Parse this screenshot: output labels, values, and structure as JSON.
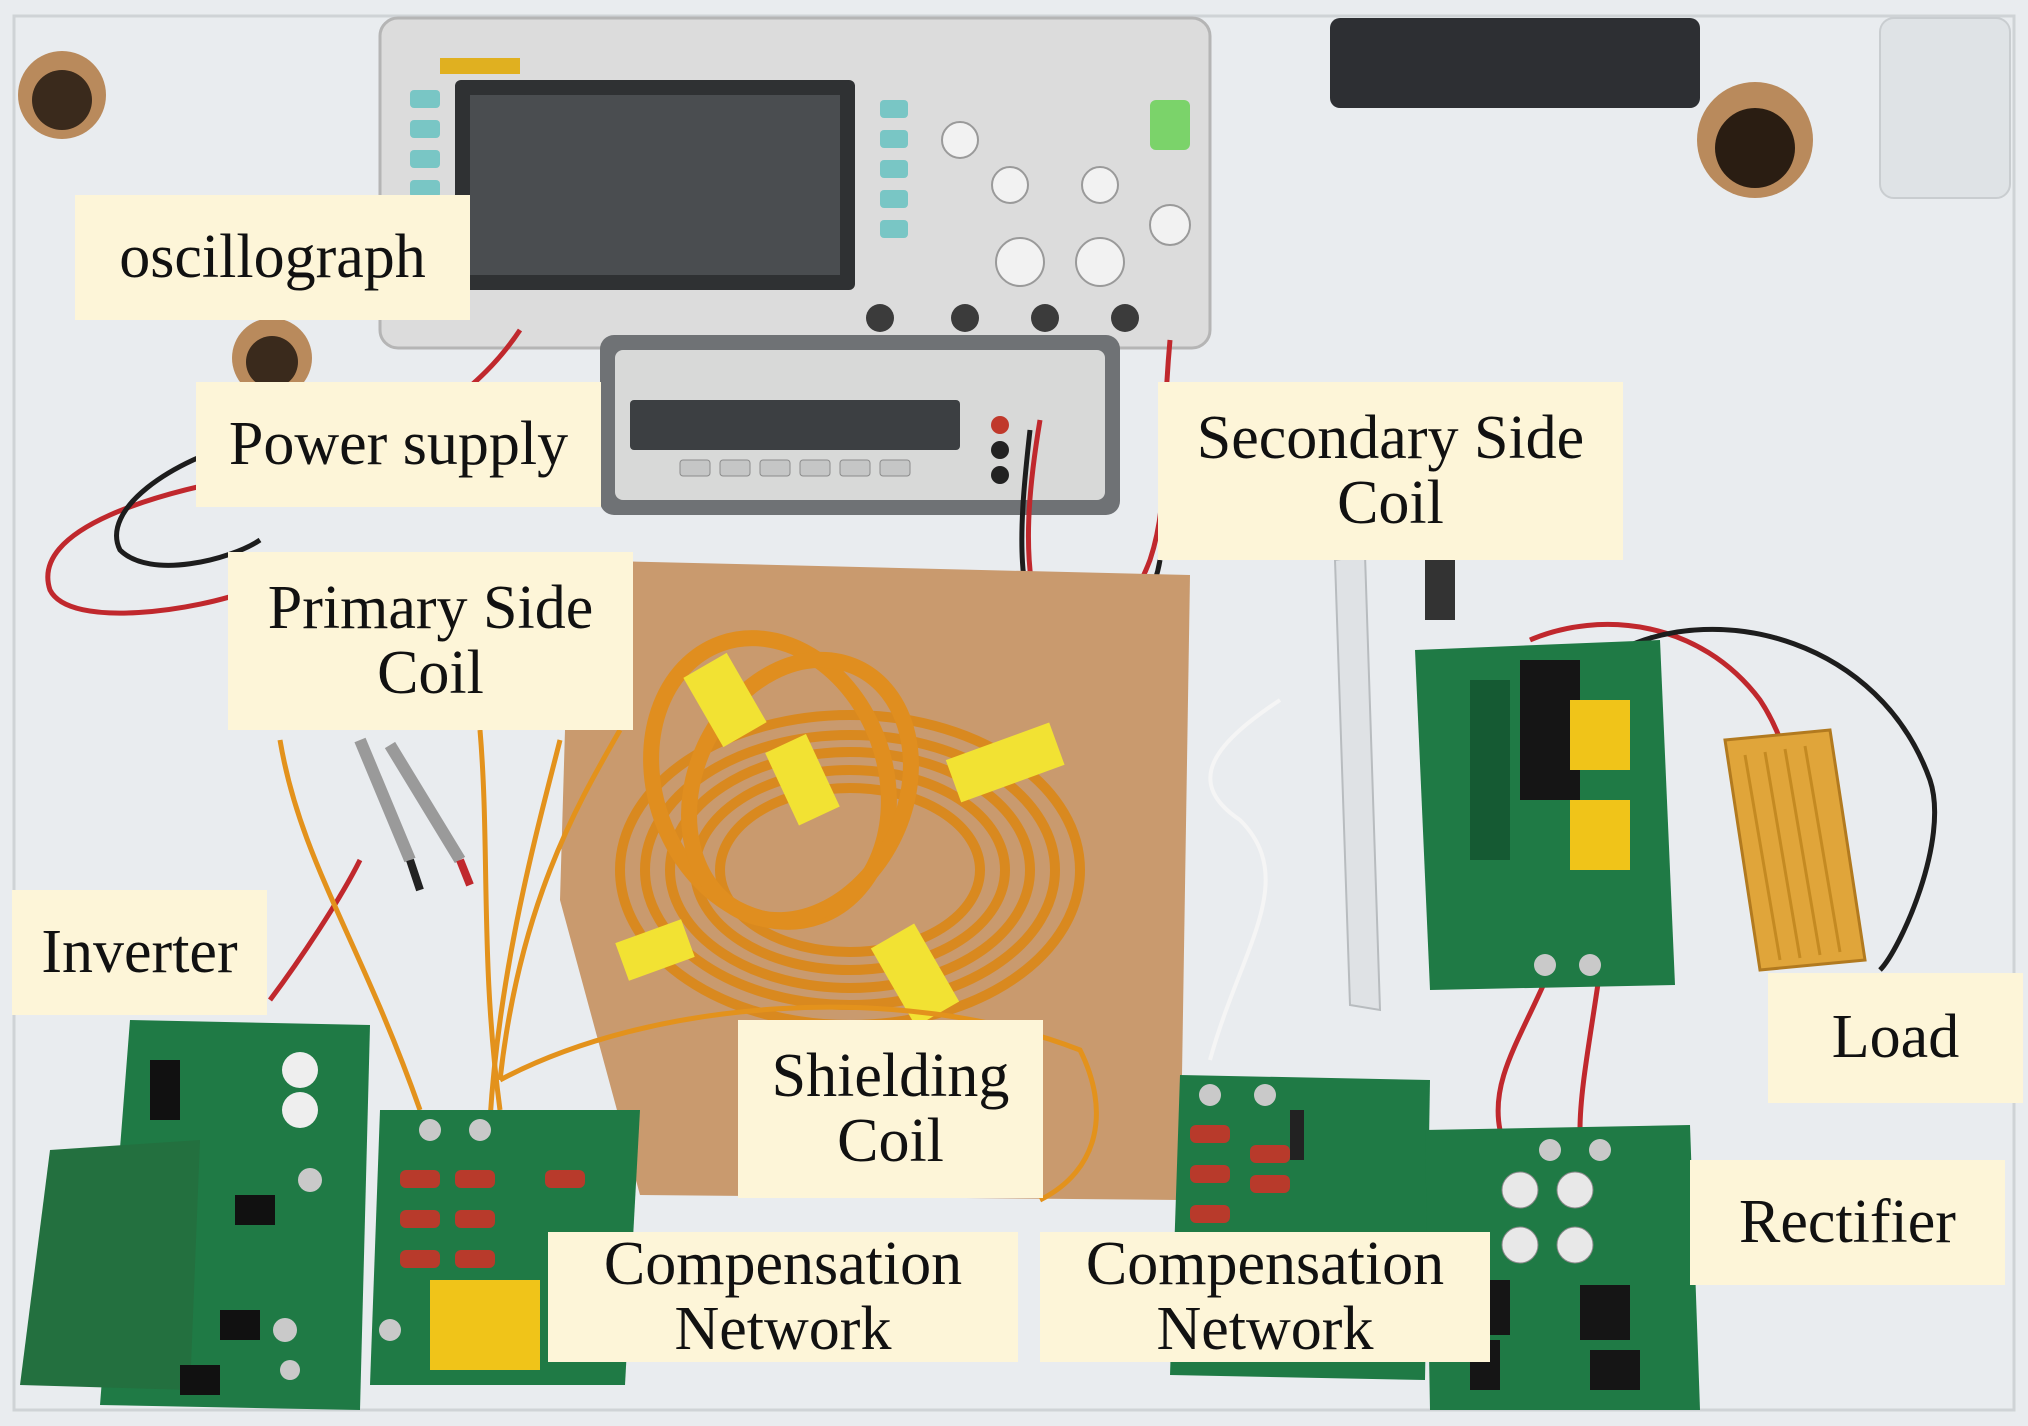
{
  "labels": {
    "oscillograph": "oscillograph",
    "power_supply": "Power supply",
    "primary_side_coil": "Primary Side\nCoil",
    "secondary_side_coil": "Secondary Side\nCoil",
    "inverter": "Inverter",
    "shielding_coil": "Shielding\nCoil",
    "load": "Load",
    "compensation_network_left": "Compensation\nNetwork",
    "compensation_network_right": "Compensation\nNetwork",
    "rectifier": "Rectifier"
  },
  "colors": {
    "table": "#e9ecef",
    "pcb": "#1f7a45",
    "copper_coil": "#d9891f",
    "kraft_paper": "#c99a6e",
    "oscilloscope": "#dcdcdc",
    "load_resistor": "#e0a53a",
    "label_bg": "#fdf5d8"
  }
}
